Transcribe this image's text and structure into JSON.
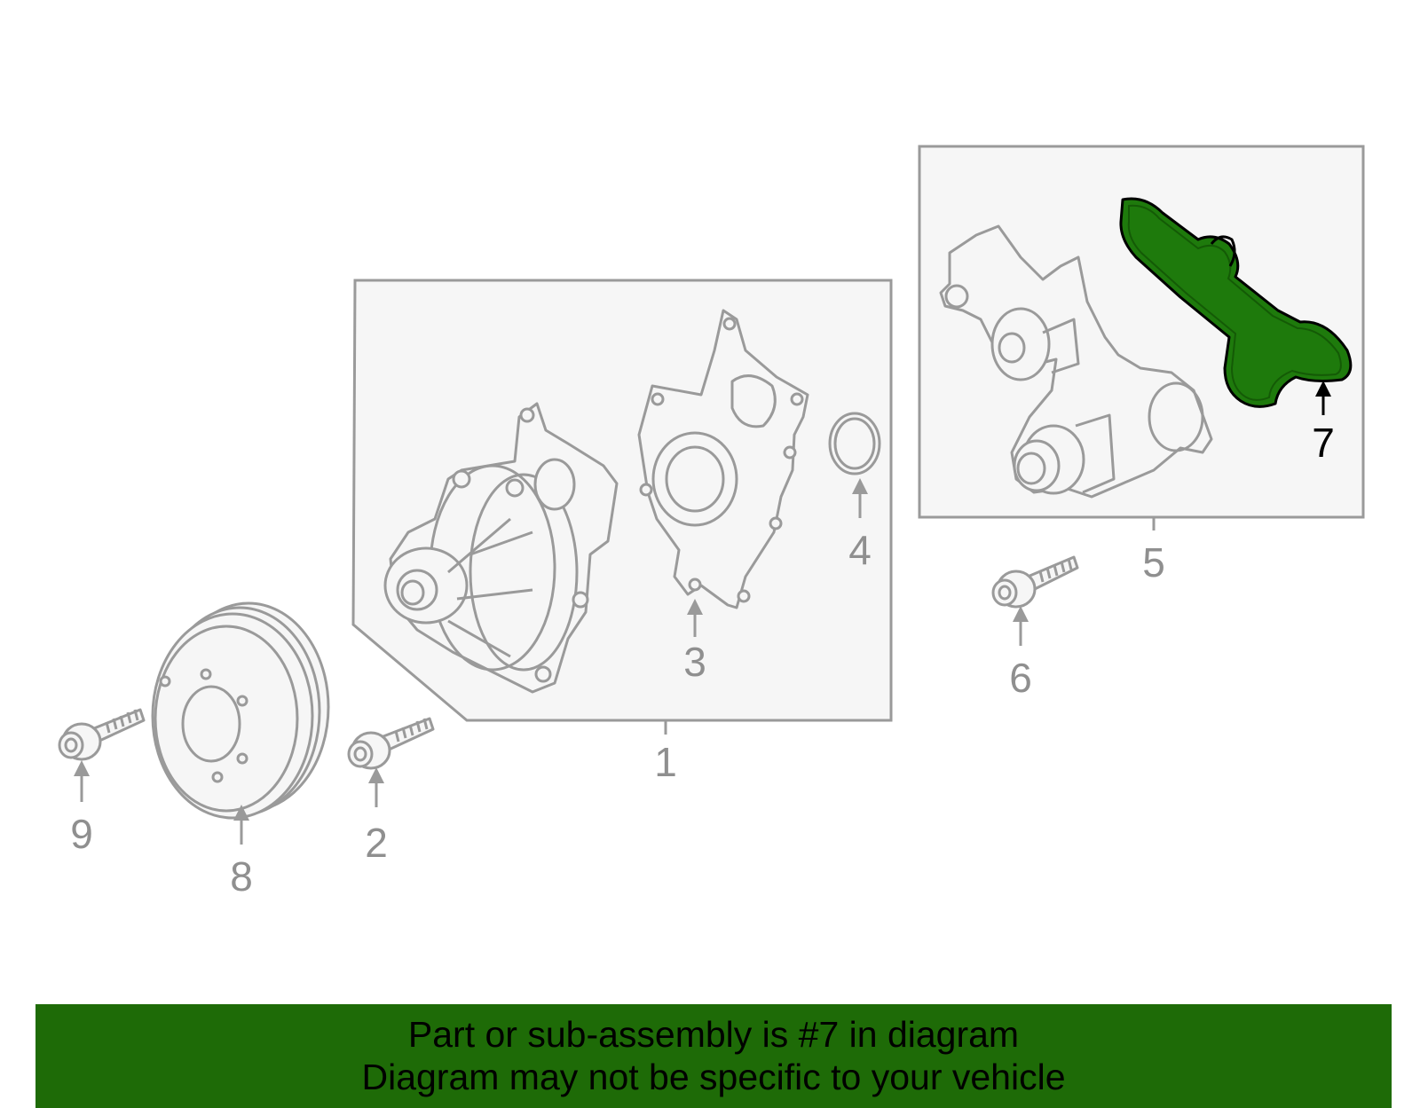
{
  "colors": {
    "line_gray": "#9a9a9a",
    "box_fill": "#f6f6f6",
    "highlight_fill": "#1e7a0c",
    "banner_bg": "#1e6b07",
    "text_highlight": "#000000",
    "text_normal": "#8f8f8f"
  },
  "callouts": {
    "c1": "1",
    "c2": "2",
    "c3": "3",
    "c4": "4",
    "c5": "5",
    "c6": "6",
    "c7": "7",
    "c8": "8",
    "c9": "9"
  },
  "highlighted_part": "7",
  "banner": {
    "line1": "Part or sub-assembly is #7 in diagram",
    "line2": "Diagram may not be specific to your vehicle"
  }
}
